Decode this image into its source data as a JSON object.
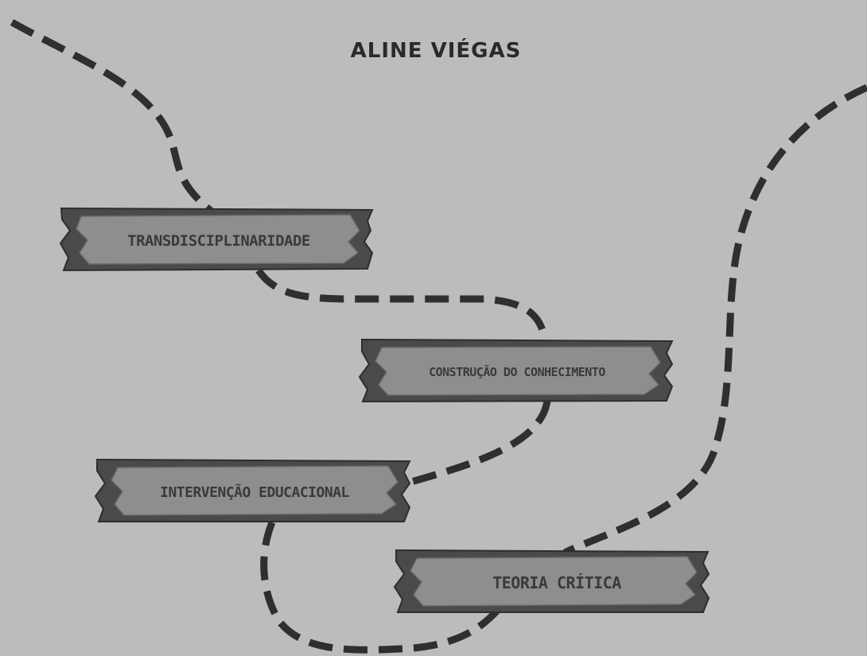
{
  "title": "ALINE VIÉGAS",
  "boards": [
    {
      "id": "transdisciplinaridade",
      "label": "TRANSDISCIPLINARIDADE"
    },
    {
      "id": "construcao",
      "label": "CONSTRUÇÃO DO CONHECIMENTO"
    },
    {
      "id": "intervencao",
      "label": "INTERVENÇÃO EDUCACIONAL"
    },
    {
      "id": "teoria",
      "label": "TEORIA CRÍTICA"
    }
  ],
  "colors": {
    "background": "#bcbcbc",
    "path": "#2f2f2f",
    "board_dark": "#4a4a4a",
    "board_light": "#8e8e8e",
    "label": "#3a3a3a"
  }
}
